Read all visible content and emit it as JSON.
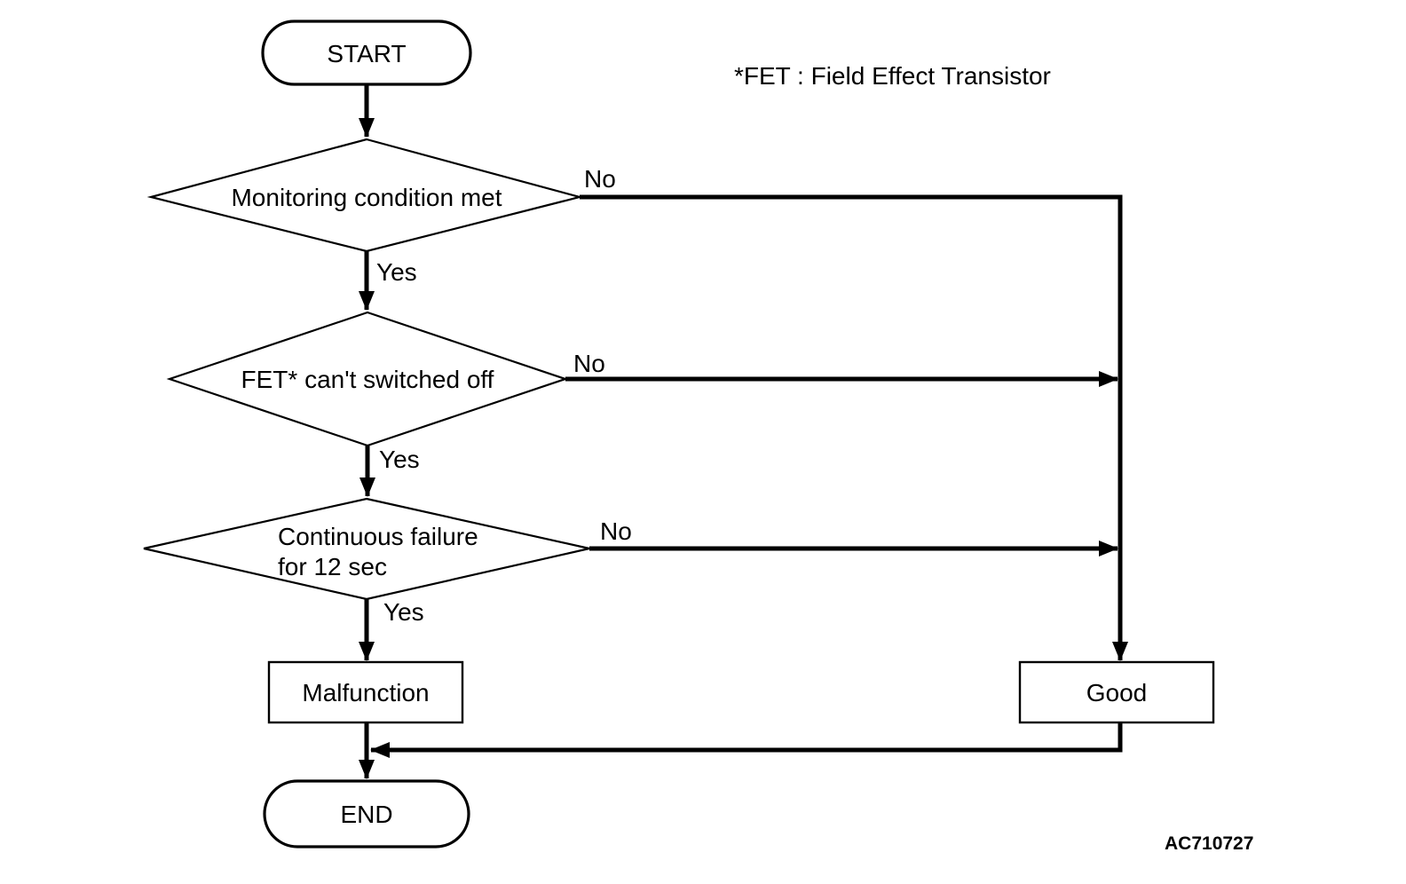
{
  "colors": {
    "ink": "#000000",
    "paper": "#ffffff"
  },
  "annotations": {
    "fet_note": "*FET : Field Effect Transistor",
    "figure_code": "AC710727"
  },
  "flowchart": {
    "start": {
      "label": "START"
    },
    "decision_monitoring": {
      "label": "Monitoring condition met",
      "no": "No",
      "yes": "Yes"
    },
    "decision_fet": {
      "label": "FET* can't switched off",
      "no": "No",
      "yes": "Yes"
    },
    "decision_failure": {
      "label_line1": "Continuous failure",
      "label_line2": "for 12 sec",
      "no": "No",
      "yes": "Yes"
    },
    "malfunction": {
      "label": "Malfunction"
    },
    "good": {
      "label": "Good"
    },
    "end": {
      "label": "END"
    }
  }
}
